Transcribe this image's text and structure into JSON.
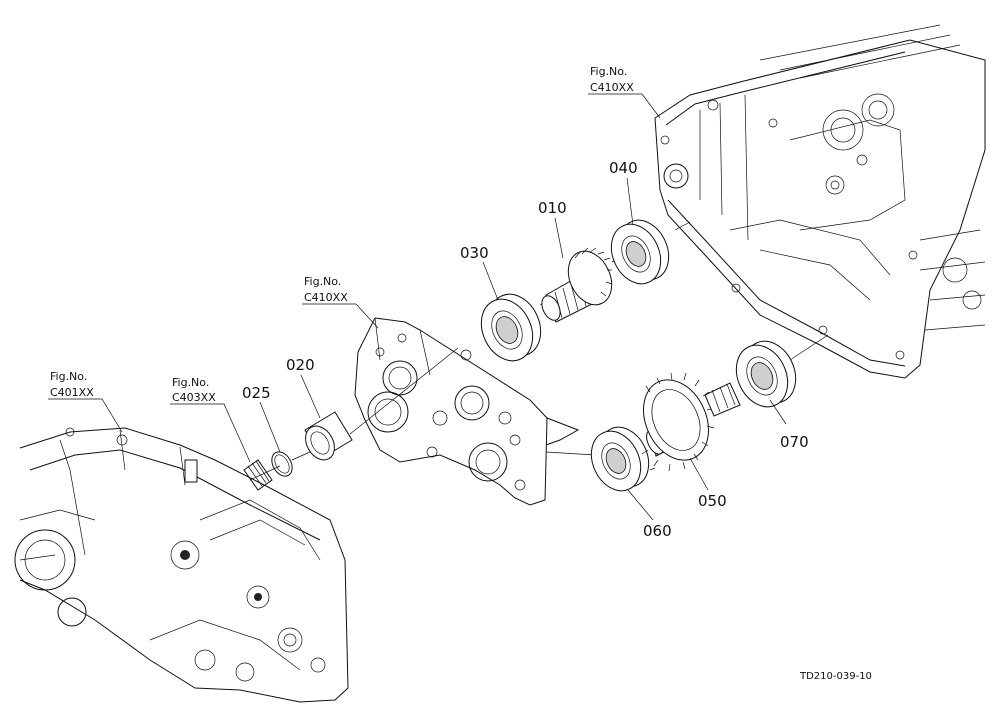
{
  "diagram": {
    "drawing_code": "TD210-039-10",
    "fig_refs": [
      {
        "id": "ref-left",
        "line1": "Fig.No.",
        "line2": "C401XX"
      },
      {
        "id": "ref-shaft",
        "line1": "Fig.No.",
        "line2": "C403XX"
      },
      {
        "id": "ref-middle",
        "line1": "Fig.No.",
        "line2": "C410XX"
      },
      {
        "id": "ref-right",
        "line1": "Fig.No.",
        "line2": "C410XX"
      }
    ],
    "parts": [
      {
        "id": "part-010",
        "label": "010",
        "name": "spline-gear-shaft"
      },
      {
        "id": "part-020",
        "label": "020",
        "name": "bushing"
      },
      {
        "id": "part-025",
        "label": "025",
        "name": "snap-ring"
      },
      {
        "id": "part-030",
        "label": "030",
        "name": "ball-bearing"
      },
      {
        "id": "part-040",
        "label": "040",
        "name": "ball-bearing"
      },
      {
        "id": "part-050",
        "label": "050",
        "name": "gear"
      },
      {
        "id": "part-060",
        "label": "060",
        "name": "ball-bearing"
      },
      {
        "id": "part-070",
        "label": "070",
        "name": "ball-bearing"
      }
    ]
  }
}
